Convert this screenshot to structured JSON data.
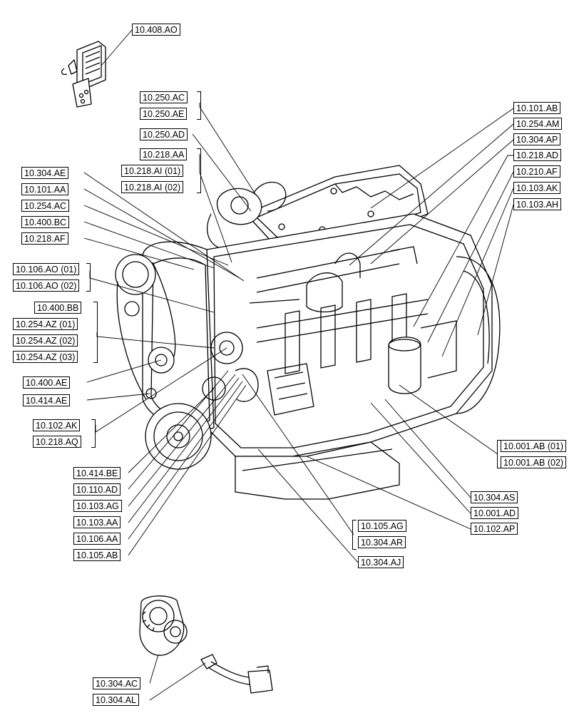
{
  "callouts": [
    "10.408.AO",
    "10.250.AC",
    "10.250.AE",
    "10.250.AD",
    "10.218.AA",
    "10.218.AI (01)",
    "10.218.AI (02)",
    "10.304.AE",
    "10.101.AA",
    "10.254.AC",
    "10.400.BC",
    "10.218.AF",
    "10.106.AO (01)",
    "10.106.AO (02)",
    "10.400.BB",
    "10.254.AZ (01)",
    "10.254.AZ (02)",
    "10.254.AZ (03)",
    "10.400.AE",
    "10.414.AE",
    "10.102.AK",
    "10.218.AQ",
    "10.414.BE",
    "10.110.AD",
    "10.103.AG",
    "10.103.AA",
    "10.106.AA",
    "10.105.AB",
    "10.101.AB",
    "10.254.AM",
    "10.304.AP",
    "10.218.AD",
    "10.210.AF",
    "10.103.AK",
    "10.103.AH",
    "10.001.AB (01)",
    "10.001.AB (02)",
    "10.304.AS",
    "10.001.AD",
    "10.102.AP",
    "10.105.AG",
    "10.304.AR",
    "10.304.AJ",
    "10.304.AC",
    "10.304.AL"
  ]
}
